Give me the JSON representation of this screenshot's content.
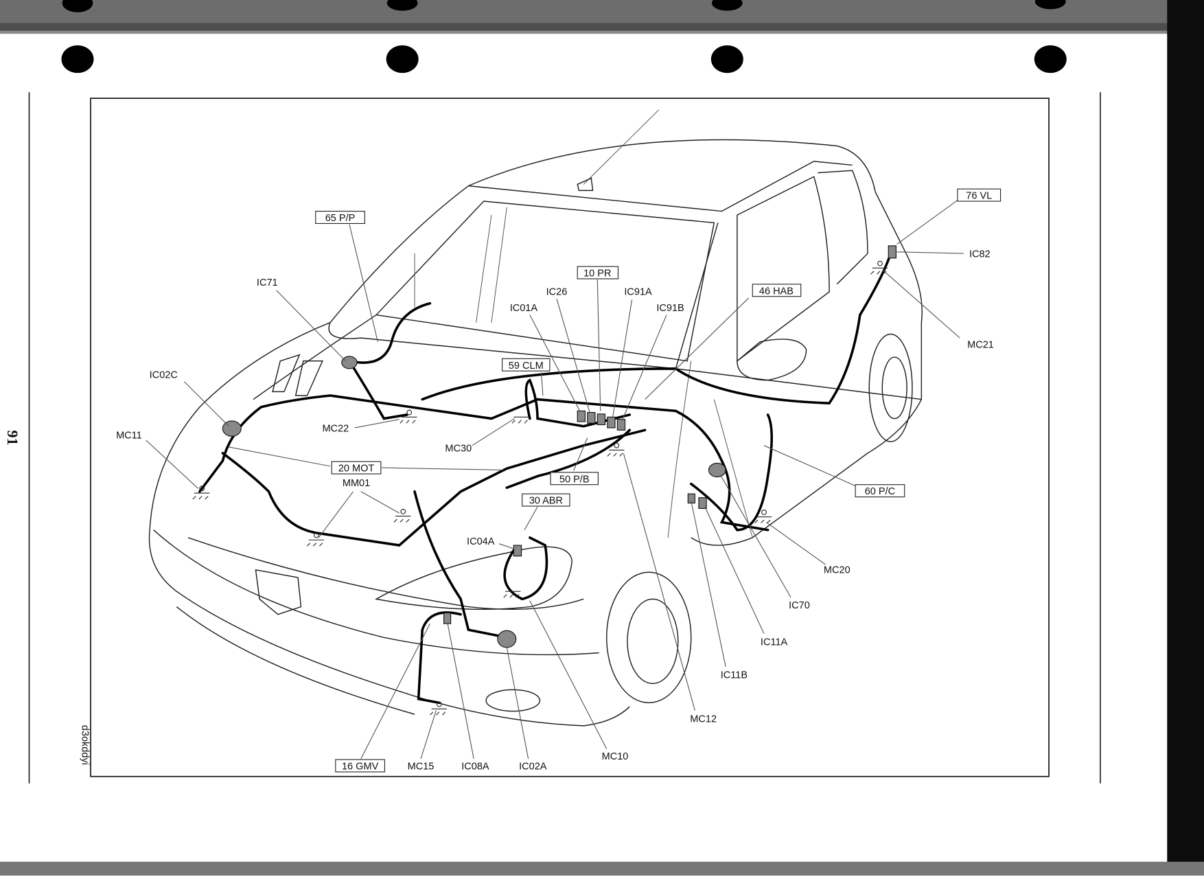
{
  "page": {
    "page_number": "91",
    "reference_code": "d3okddyi"
  },
  "boxed_labels": {
    "pp65": "65  P/P",
    "pr10": "10  PR",
    "hab46": "46  HAB",
    "vl76": "76  VL",
    "clm59": "59  CLM",
    "mot20": "20  MOT",
    "pb50": "50  P/B",
    "abr30": "30  ABR",
    "pc60": "60  P/C",
    "gmv16": "16  GMV"
  },
  "labels": {
    "ic71": "IC71",
    "ic02c": "IC02C",
    "mc11": "MC11",
    "mc22": "MC22",
    "mc30": "MC30",
    "mm01": "MM01",
    "ic26": "IC26",
    "ic01a": "IC01A",
    "ic91a": "IC91A",
    "ic91b": "IC91B",
    "ic82": "IC82",
    "mc21": "MC21",
    "ic04a": "IC04A",
    "mc20": "MC20",
    "ic70": "IC70",
    "ic11a": "IC11A",
    "ic11b": "IC11B",
    "mc12": "MC12",
    "mc10": "MC10",
    "mc15": "MC15",
    "ic08a": "IC08A",
    "ic02a": "IC02A"
  }
}
